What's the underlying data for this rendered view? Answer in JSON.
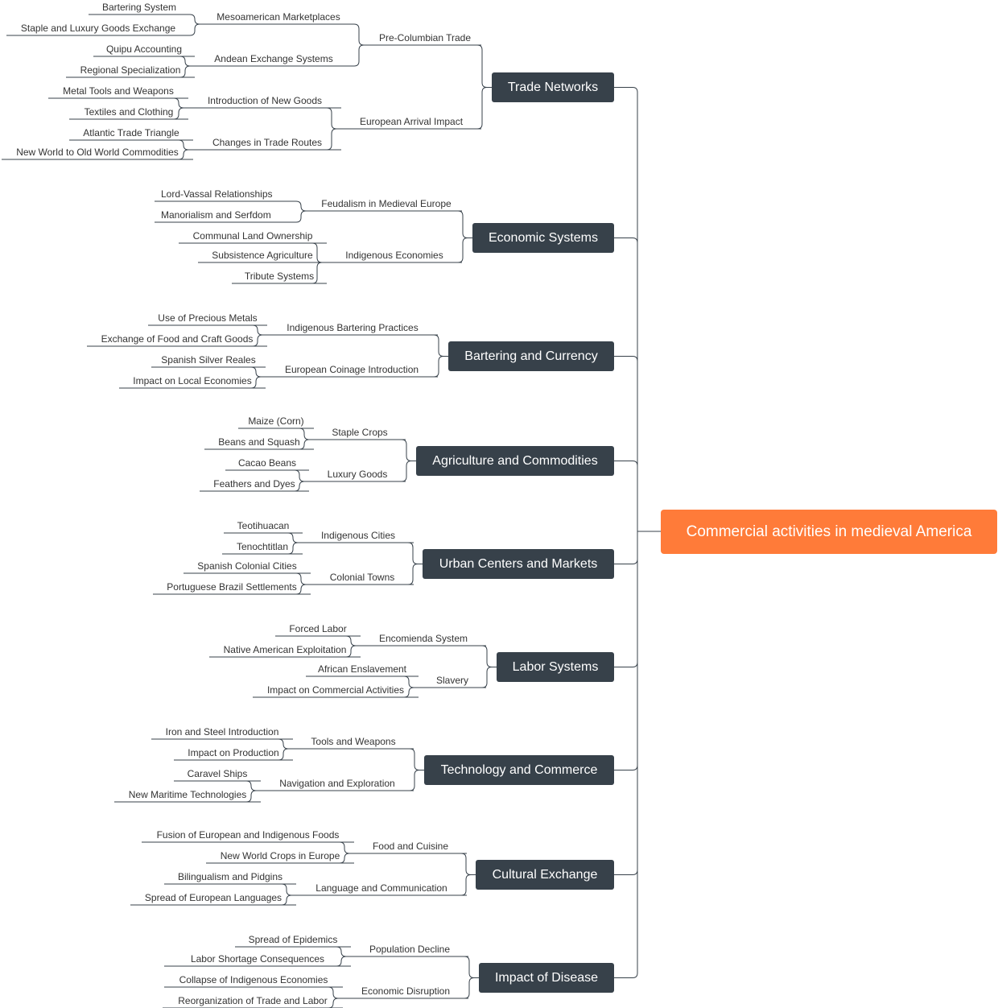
{
  "root": "Commercial activities in medieval America",
  "topics": [
    {
      "label": "Trade Networks",
      "subs": [
        {
          "label": "Pre-Columbian Trade",
          "subs": [
            {
              "label": "Mesoamerican Marketplaces",
              "leaves": [
                "Bartering System",
                "Staple and Luxury Goods Exchange"
              ]
            },
            {
              "label": "Andean Exchange Systems",
              "leaves": [
                "Quipu Accounting",
                "Regional Specialization"
              ]
            }
          ]
        },
        {
          "label": "European Arrival Impact",
          "subs": [
            {
              "label": "Introduction of New Goods",
              "leaves": [
                "Metal Tools and Weapons",
                "Textiles and Clothing"
              ]
            },
            {
              "label": "Changes in Trade Routes",
              "leaves": [
                "Atlantic Trade Triangle",
                "New World to Old World Commodities"
              ]
            }
          ]
        }
      ]
    },
    {
      "label": "Economic Systems",
      "subs": [
        {
          "label": "Feudalism in Medieval Europe",
          "leaves": [
            "Lord-Vassal Relationships",
            "Manorialism and Serfdom"
          ]
        },
        {
          "label": "Indigenous Economies",
          "leaves": [
            "Communal Land Ownership",
            "Subsistence Agriculture",
            "Tribute Systems"
          ]
        }
      ]
    },
    {
      "label": "Bartering and Currency",
      "subs": [
        {
          "label": "Indigenous Bartering Practices",
          "leaves": [
            "Use of Precious Metals",
            "Exchange of Food and Craft Goods"
          ]
        },
        {
          "label": "European Coinage Introduction",
          "leaves": [
            "Spanish Silver Reales",
            "Impact on Local Economies"
          ]
        }
      ]
    },
    {
      "label": "Agriculture and Commodities",
      "subs": [
        {
          "label": "Staple Crops",
          "leaves": [
            "Maize (Corn)",
            "Beans and Squash"
          ]
        },
        {
          "label": "Luxury Goods",
          "leaves": [
            "Cacao Beans",
            "Feathers and Dyes"
          ]
        }
      ]
    },
    {
      "label": "Urban Centers and Markets",
      "subs": [
        {
          "label": "Indigenous Cities",
          "leaves": [
            "Teotihuacan",
            "Tenochtitlan"
          ]
        },
        {
          "label": "Colonial Towns",
          "leaves": [
            "Spanish Colonial Cities",
            "Portuguese Brazil Settlements"
          ]
        }
      ]
    },
    {
      "label": "Labor Systems",
      "subs": [
        {
          "label": "Encomienda System",
          "leaves": [
            "Forced Labor",
            "Native American Exploitation"
          ]
        },
        {
          "label": "Slavery",
          "leaves": [
            "African Enslavement",
            "Impact on Commercial Activities"
          ]
        }
      ]
    },
    {
      "label": "Technology and Commerce",
      "subs": [
        {
          "label": "Tools and Weapons",
          "leaves": [
            "Iron and Steel Introduction",
            "Impact on Production"
          ]
        },
        {
          "label": "Navigation and Exploration",
          "leaves": [
            "Caravel Ships",
            "New Maritime Technologies"
          ]
        }
      ]
    },
    {
      "label": "Cultural Exchange",
      "subs": [
        {
          "label": "Food and Cuisine",
          "leaves": [
            "Fusion of European and Indigenous Foods",
            "New World Crops in Europe"
          ]
        },
        {
          "label": "Language and Communication",
          "leaves": [
            "Bilingualism and Pidgins",
            "Spread of European Languages"
          ]
        }
      ]
    },
    {
      "label": "Impact of Disease",
      "subs": [
        {
          "label": "Population Decline",
          "leaves": [
            "Spread of Epidemics",
            "Labor Shortage Consequences"
          ]
        },
        {
          "label": "Economic Disruption",
          "leaves": [
            "Collapse of Indigenous Economies",
            "Reorganization of Trade and Labor"
          ]
        }
      ]
    }
  ],
  "colors": {
    "root": "#FF7B39",
    "topic": "#37414A",
    "line": "#37414A",
    "text": "#333333"
  }
}
